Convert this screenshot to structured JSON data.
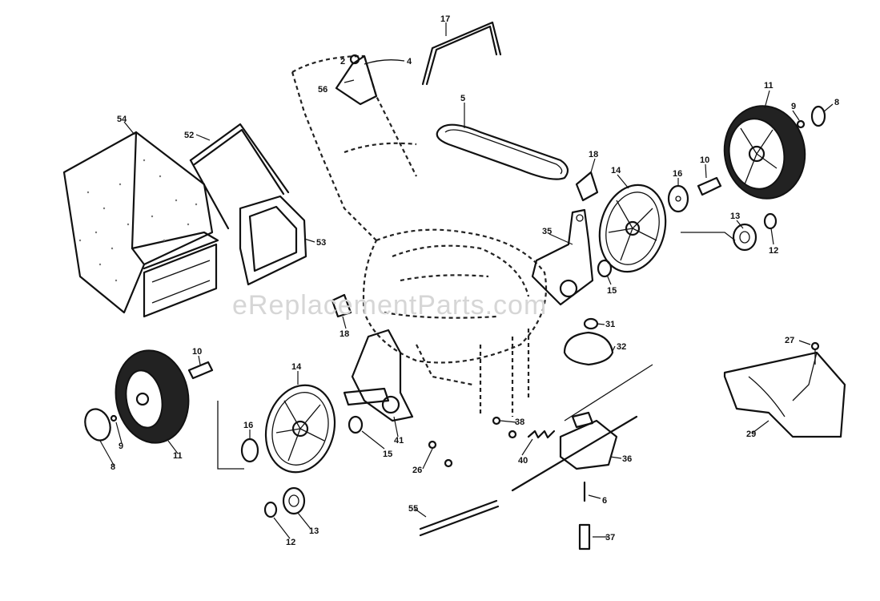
{
  "watermark": "eReplacementParts.com",
  "callouts": {
    "c17": "17",
    "c2": "2",
    "c4": "4",
    "c56": "56",
    "c5": "5",
    "c54": "54",
    "c52": "52",
    "c53": "53",
    "c18a": "18",
    "c18b": "18",
    "c35": "35",
    "c14a": "14",
    "c16a": "16",
    "c10a": "10",
    "c11a": "11",
    "c9a": "9",
    "c8a": "8",
    "c13a": "13",
    "c12a": "12",
    "c15a": "15",
    "c31": "31",
    "c32": "32",
    "c27": "27",
    "c29": "29",
    "c10b": "10",
    "c14b": "14",
    "c16b": "16",
    "c41": "41",
    "c15b": "15",
    "c38": "38",
    "c26": "26",
    "c40": "40",
    "c36": "36",
    "c6": "6",
    "c37": "37",
    "c55": "55",
    "c13b": "13",
    "c12b": "12",
    "c11b": "11",
    "c9b": "9",
    "c8b": "8"
  },
  "colors": {
    "line": "#111111",
    "watermark": "#d6d6d6",
    "background": "#ffffff"
  }
}
